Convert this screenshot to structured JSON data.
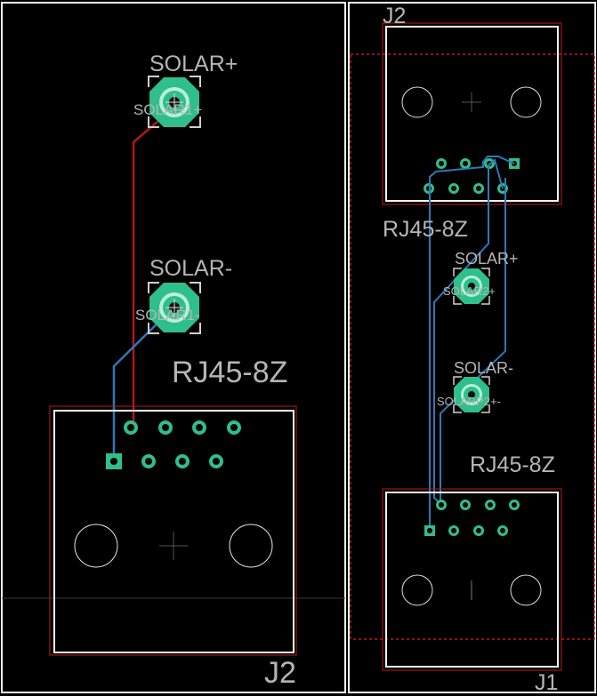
{
  "colors": {
    "background": "#000000",
    "board_outline": "#f2f2f2",
    "pad_fill": "#2fbf8a",
    "pad_highlight": "#b8f0da",
    "pad_hole": "#111111",
    "top_trace": "#b01818",
    "bottom_trace": "#2f78b8",
    "silkscreen": "#b5b5b5",
    "courtyard": "#c01818"
  },
  "left_board": {
    "labels": {
      "solar_plus": "SOLAR+",
      "solar_plus_ref": "SOLAR1+",
      "solar_minus": "SOLAR-",
      "solar_minus_ref": "SOLAR1-",
      "rj45_part": "RJ45-8Z",
      "connector_ref": "J2"
    }
  },
  "right_board": {
    "labels": {
      "top_connector_ref": "J2",
      "rj45_part_top": "RJ45-8Z",
      "solar_plus": "SOLAR+",
      "solar_plus_ref": "SOLAR2+",
      "solar_minus": "SOLAR-",
      "solar_minus_ref": "SOLARP2+-",
      "rj45_part_bottom": "RJ45-8Z",
      "bottom_connector_ref": "J1"
    }
  }
}
